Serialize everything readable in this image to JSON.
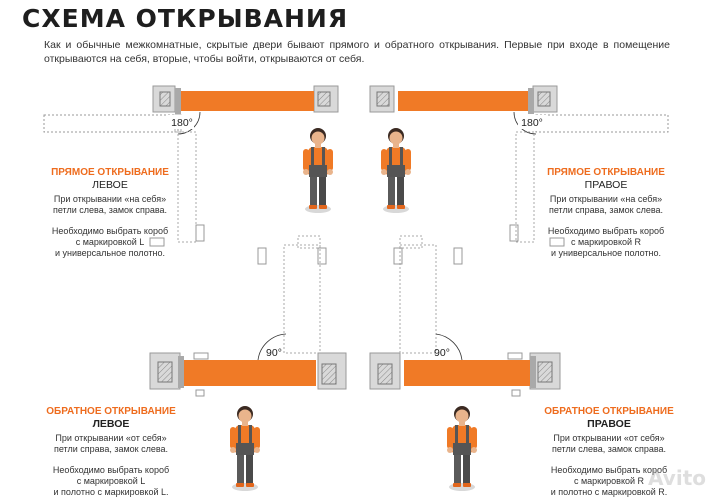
{
  "title": "СХЕМА ОТКРЫВАНИЯ",
  "intro": "Как и обычные межкомнатные, скрытые двери бывают прямого и обратного открывания. Первые при входе в помещение открываются на себя, вторые, чтобы войти, открываются от себя.",
  "colors": {
    "door": "#f07a26",
    "accent": "#ee6c1e",
    "frame": "#a9a9a9",
    "wall": "#d9d9d9"
  },
  "angles": {
    "push_angle": "180°",
    "pull_angle": "90°"
  },
  "panels": [
    {
      "heading": "ПРЯМОЕ ОТКРЫВАНИЕ",
      "side": "ЛЕВОЕ",
      "line1": "При открывании «на себя»",
      "line2": "петли слева, замок справа.",
      "line3": "Необходимо выбрать короб",
      "line4": "с маркировкой L",
      "line5": "и универсальное полотно."
    },
    {
      "heading": "ПРЯМОЕ ОТКРЫВАНИЕ",
      "side": "ПРАВОЕ",
      "line1": "При открывании «на себя»",
      "line2": "петли справа, замок слева.",
      "line3": "Необходимо выбрать короб",
      "line4": "с маркировкой R",
      "line5": "и универсальное полотно."
    },
    {
      "heading": "ОБРАТНОЕ ОТКРЫВАНИЕ",
      "side": "ЛЕВОЕ",
      "line1": "При открывании «от себя»",
      "line2": "петли справа, замок слева.",
      "line3": "Необходимо выбрать короб",
      "line4": "с маркировкой L",
      "line5": "и полотно с маркировкой L."
    },
    {
      "heading": "ОБРАТНОЕ  ОТКРЫВАНИЕ",
      "side": "ПРАВОЕ",
      "line1": "При открывании «от себя»",
      "line2": "петли слева, замок справа.",
      "line3": "Необходимо выбрать короб",
      "line4": "с маркировкой R",
      "line5": "и полотно с маркировкой R."
    }
  ],
  "watermark": "Avito"
}
